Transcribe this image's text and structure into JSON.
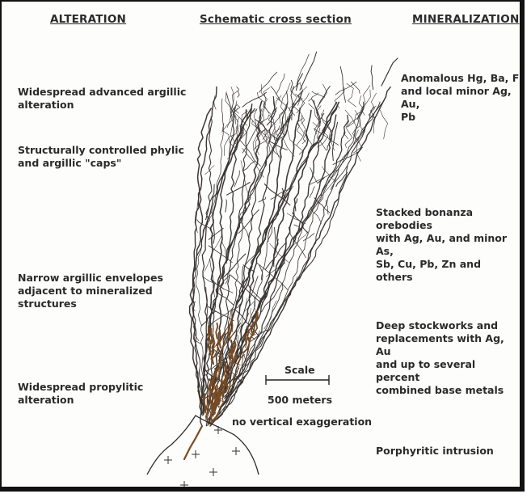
{
  "headers": {
    "alteration": "ALTERATION",
    "section": "Schematic cross section",
    "mineralization": "MINERALIZATION"
  },
  "alteration": [
    "Widespread advanced argillic\nalteration",
    "Structurally controlled phylic\nand argillic \"caps\"",
    "Narrow argillic envelopes\nadjacent to mineralized\nstructures",
    "Widespread propylitic\nalteration"
  ],
  "mineralization": [
    "Anomalous Hg, Ba, F\nand local minor Ag, Au,\nPb",
    "Stacked bonanza orebodies\nwith Ag, Au, and minor As,\nSb, Cu, Pb, Zn and others",
    "Deep stockworks and\nreplacements with Ag, Au\nand up to several percent\ncombined base metals",
    "Porphyritic intrusion"
  ],
  "scale": {
    "title": "Scale",
    "length": "500 meters",
    "note": "no vertical exaggeration"
  },
  "colors": {
    "vein": "#3a3530",
    "ore": "#7a4a22",
    "frame": "#111111"
  }
}
